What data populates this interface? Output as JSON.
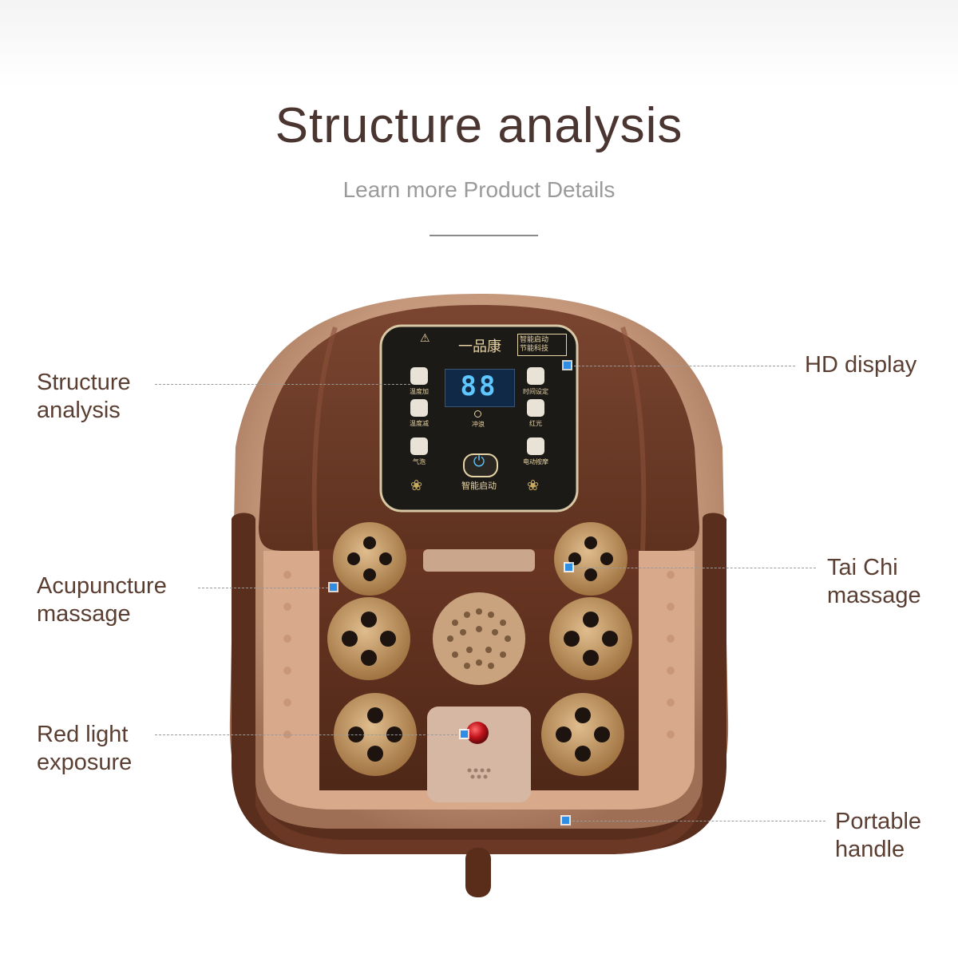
{
  "header": {
    "title": "Structure analysis",
    "subtitle": "Learn more Product Details"
  },
  "callouts": {
    "left": [
      {
        "line1": "Structure",
        "line2": "analysis"
      },
      {
        "line1": "Acupuncture",
        "line2": "massage"
      },
      {
        "line1": "Red light",
        "line2": "exposure"
      }
    ],
    "right": [
      {
        "line1": "HD display",
        "line2": ""
      },
      {
        "line1": "Tai Chi",
        "line2": "massage"
      },
      {
        "line1": "Portable",
        "line2": "handle"
      }
    ]
  },
  "control_panel": {
    "brand": "一品康",
    "display_value": "88",
    "start_label": "智能启动",
    "left_buttons": [
      "温度加",
      "温度减",
      "气泡"
    ],
    "right_buttons": [
      "时间设定",
      "红光",
      "电动按摩"
    ],
    "indicator_label": "冲浪",
    "badge": "智能启动\n节能科技"
  },
  "colors": {
    "accent_dot": "#2f8de4",
    "body_brown": "#6b3a25",
    "rim_tan": "#c79b7e",
    "title": "#4a3530"
  }
}
